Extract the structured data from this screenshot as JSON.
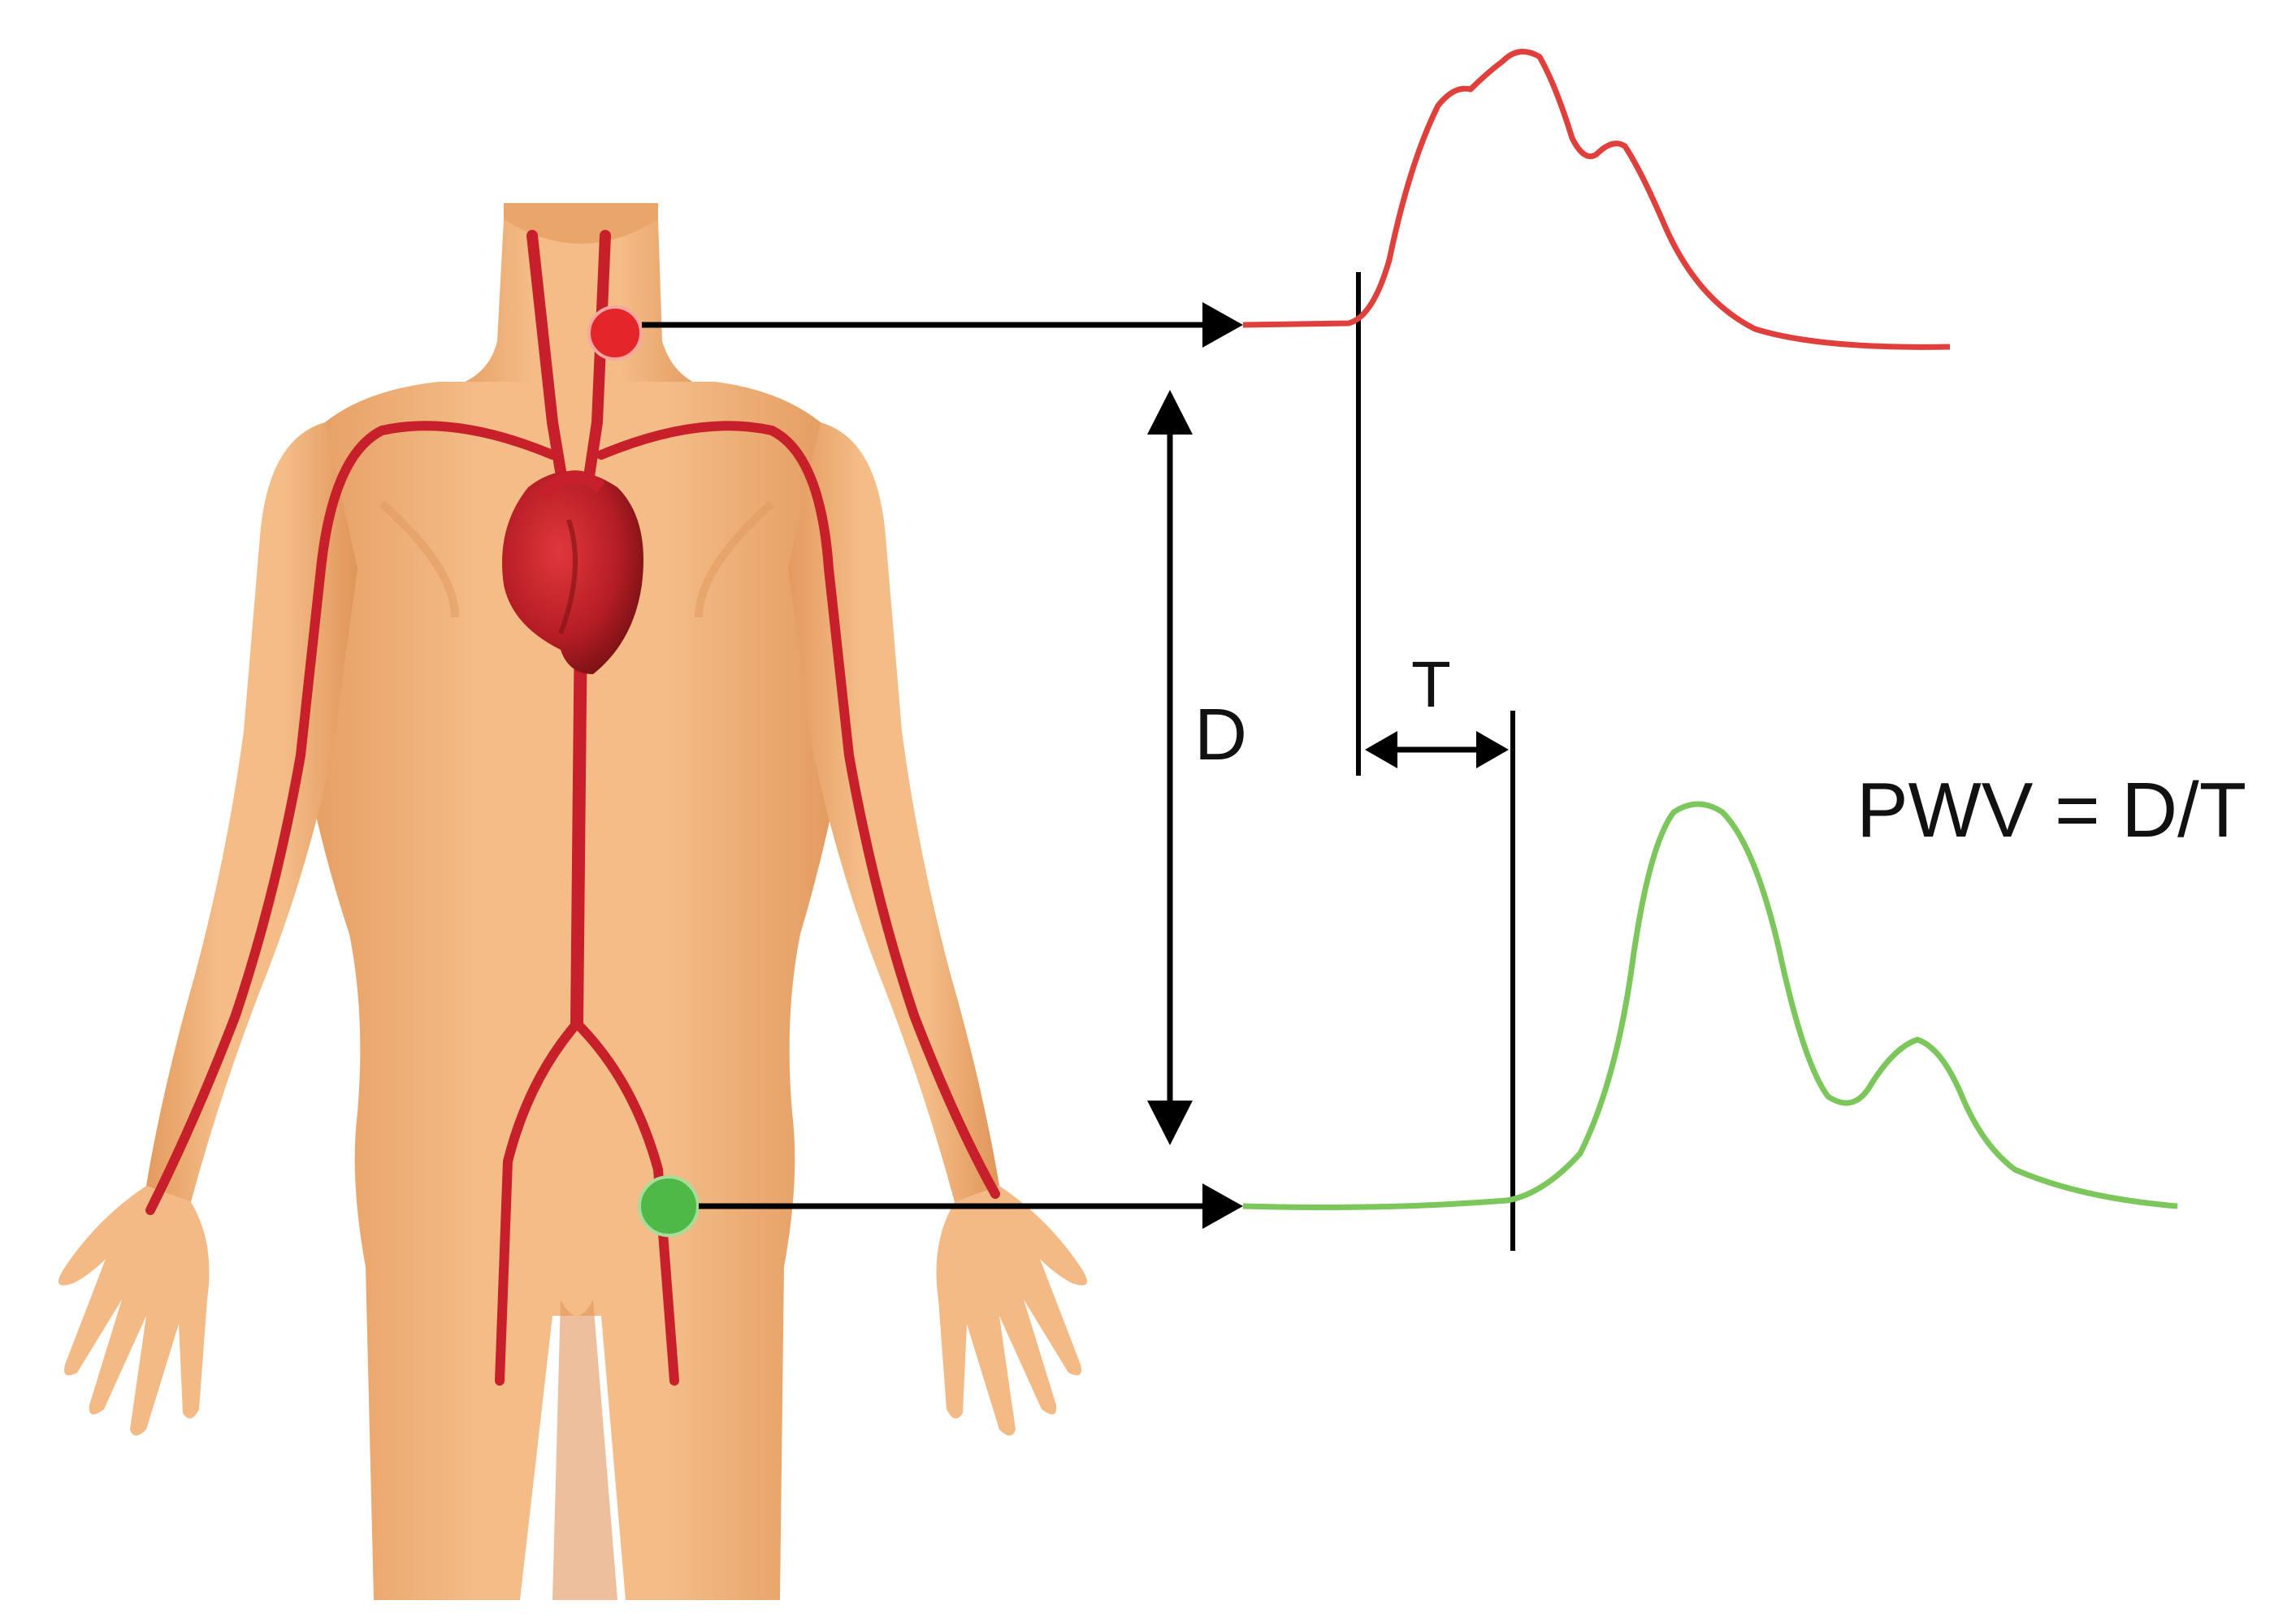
{
  "labels": {
    "distance": "D",
    "time": "T",
    "formula": "PWV = D/T"
  },
  "colors": {
    "skin": "#f1b27c",
    "skin_shadow": "#d98e54",
    "artery": "#c8202a",
    "heart": "#b51d24",
    "carotid_marker": "#e4262b",
    "femoral_marker": "#4fb948",
    "carotid_waveform": "#e0403c",
    "femoral_waveform": "#7cc75b",
    "arrows": "#000000"
  },
  "sites": [
    {
      "name": "carotid-site",
      "color_key": "carotid_marker"
    },
    {
      "name": "femoral-site",
      "color_key": "femoral_marker"
    }
  ]
}
